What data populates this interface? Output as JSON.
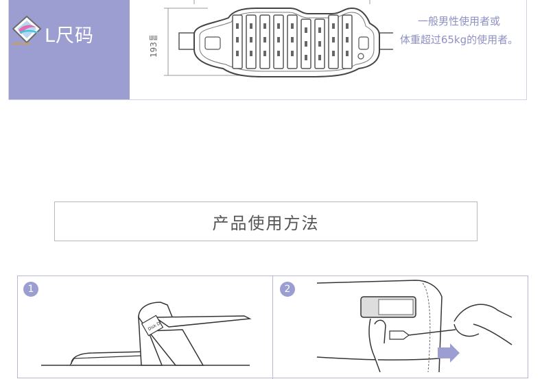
{
  "size_row": {
    "size_label": "L尺码",
    "dimension": "193㎜",
    "description_line1": "一般男性使用者或",
    "description_line2": "体重超过65kg的使用者。"
  },
  "section": {
    "title": "产品使用方法"
  },
  "steps": [
    {
      "number": "1"
    },
    {
      "number": "2"
    }
  ],
  "colors": {
    "accent": "#9c9ed2",
    "description_text": "#8e90c6"
  }
}
